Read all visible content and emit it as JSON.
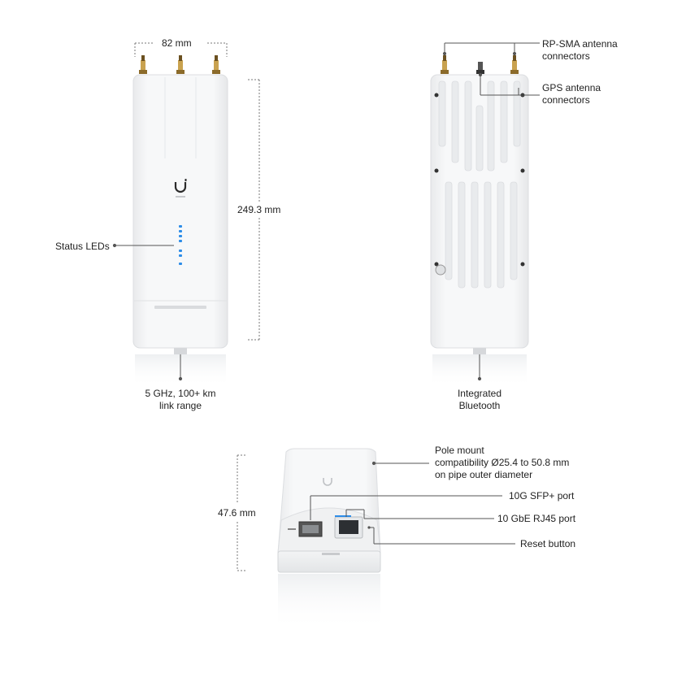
{
  "labels": {
    "width": "82 mm",
    "height": "249.3 mm",
    "depth": "47.6 mm",
    "status_leds": "Status LEDs",
    "range_line1": "5 GHz, 100+ km",
    "range_line2": "link range",
    "rpsma_line1": "RP-SMA antenna",
    "rpsma_line2": "connectors",
    "gps_line1": "GPS antenna",
    "gps_line2": "connectors",
    "bluetooth_line1": "Integrated",
    "bluetooth_line2": "Bluetooth",
    "pole_line1": "Pole mount",
    "pole_line2": "compatibility Ø25.4 to 50.8 mm",
    "pole_line3": "on pipe outer diameter",
    "sfp": "10G SFP+ port",
    "rj45": "10 GbE RJ45 port",
    "reset": "Reset button"
  },
  "colors": {
    "background": "#ffffff",
    "device_body": "#f4f5f6",
    "device_edge": "#d9dbde",
    "led_blue": "#2d8de8",
    "line": "#555555",
    "antenna_gold": "#b8913e"
  }
}
